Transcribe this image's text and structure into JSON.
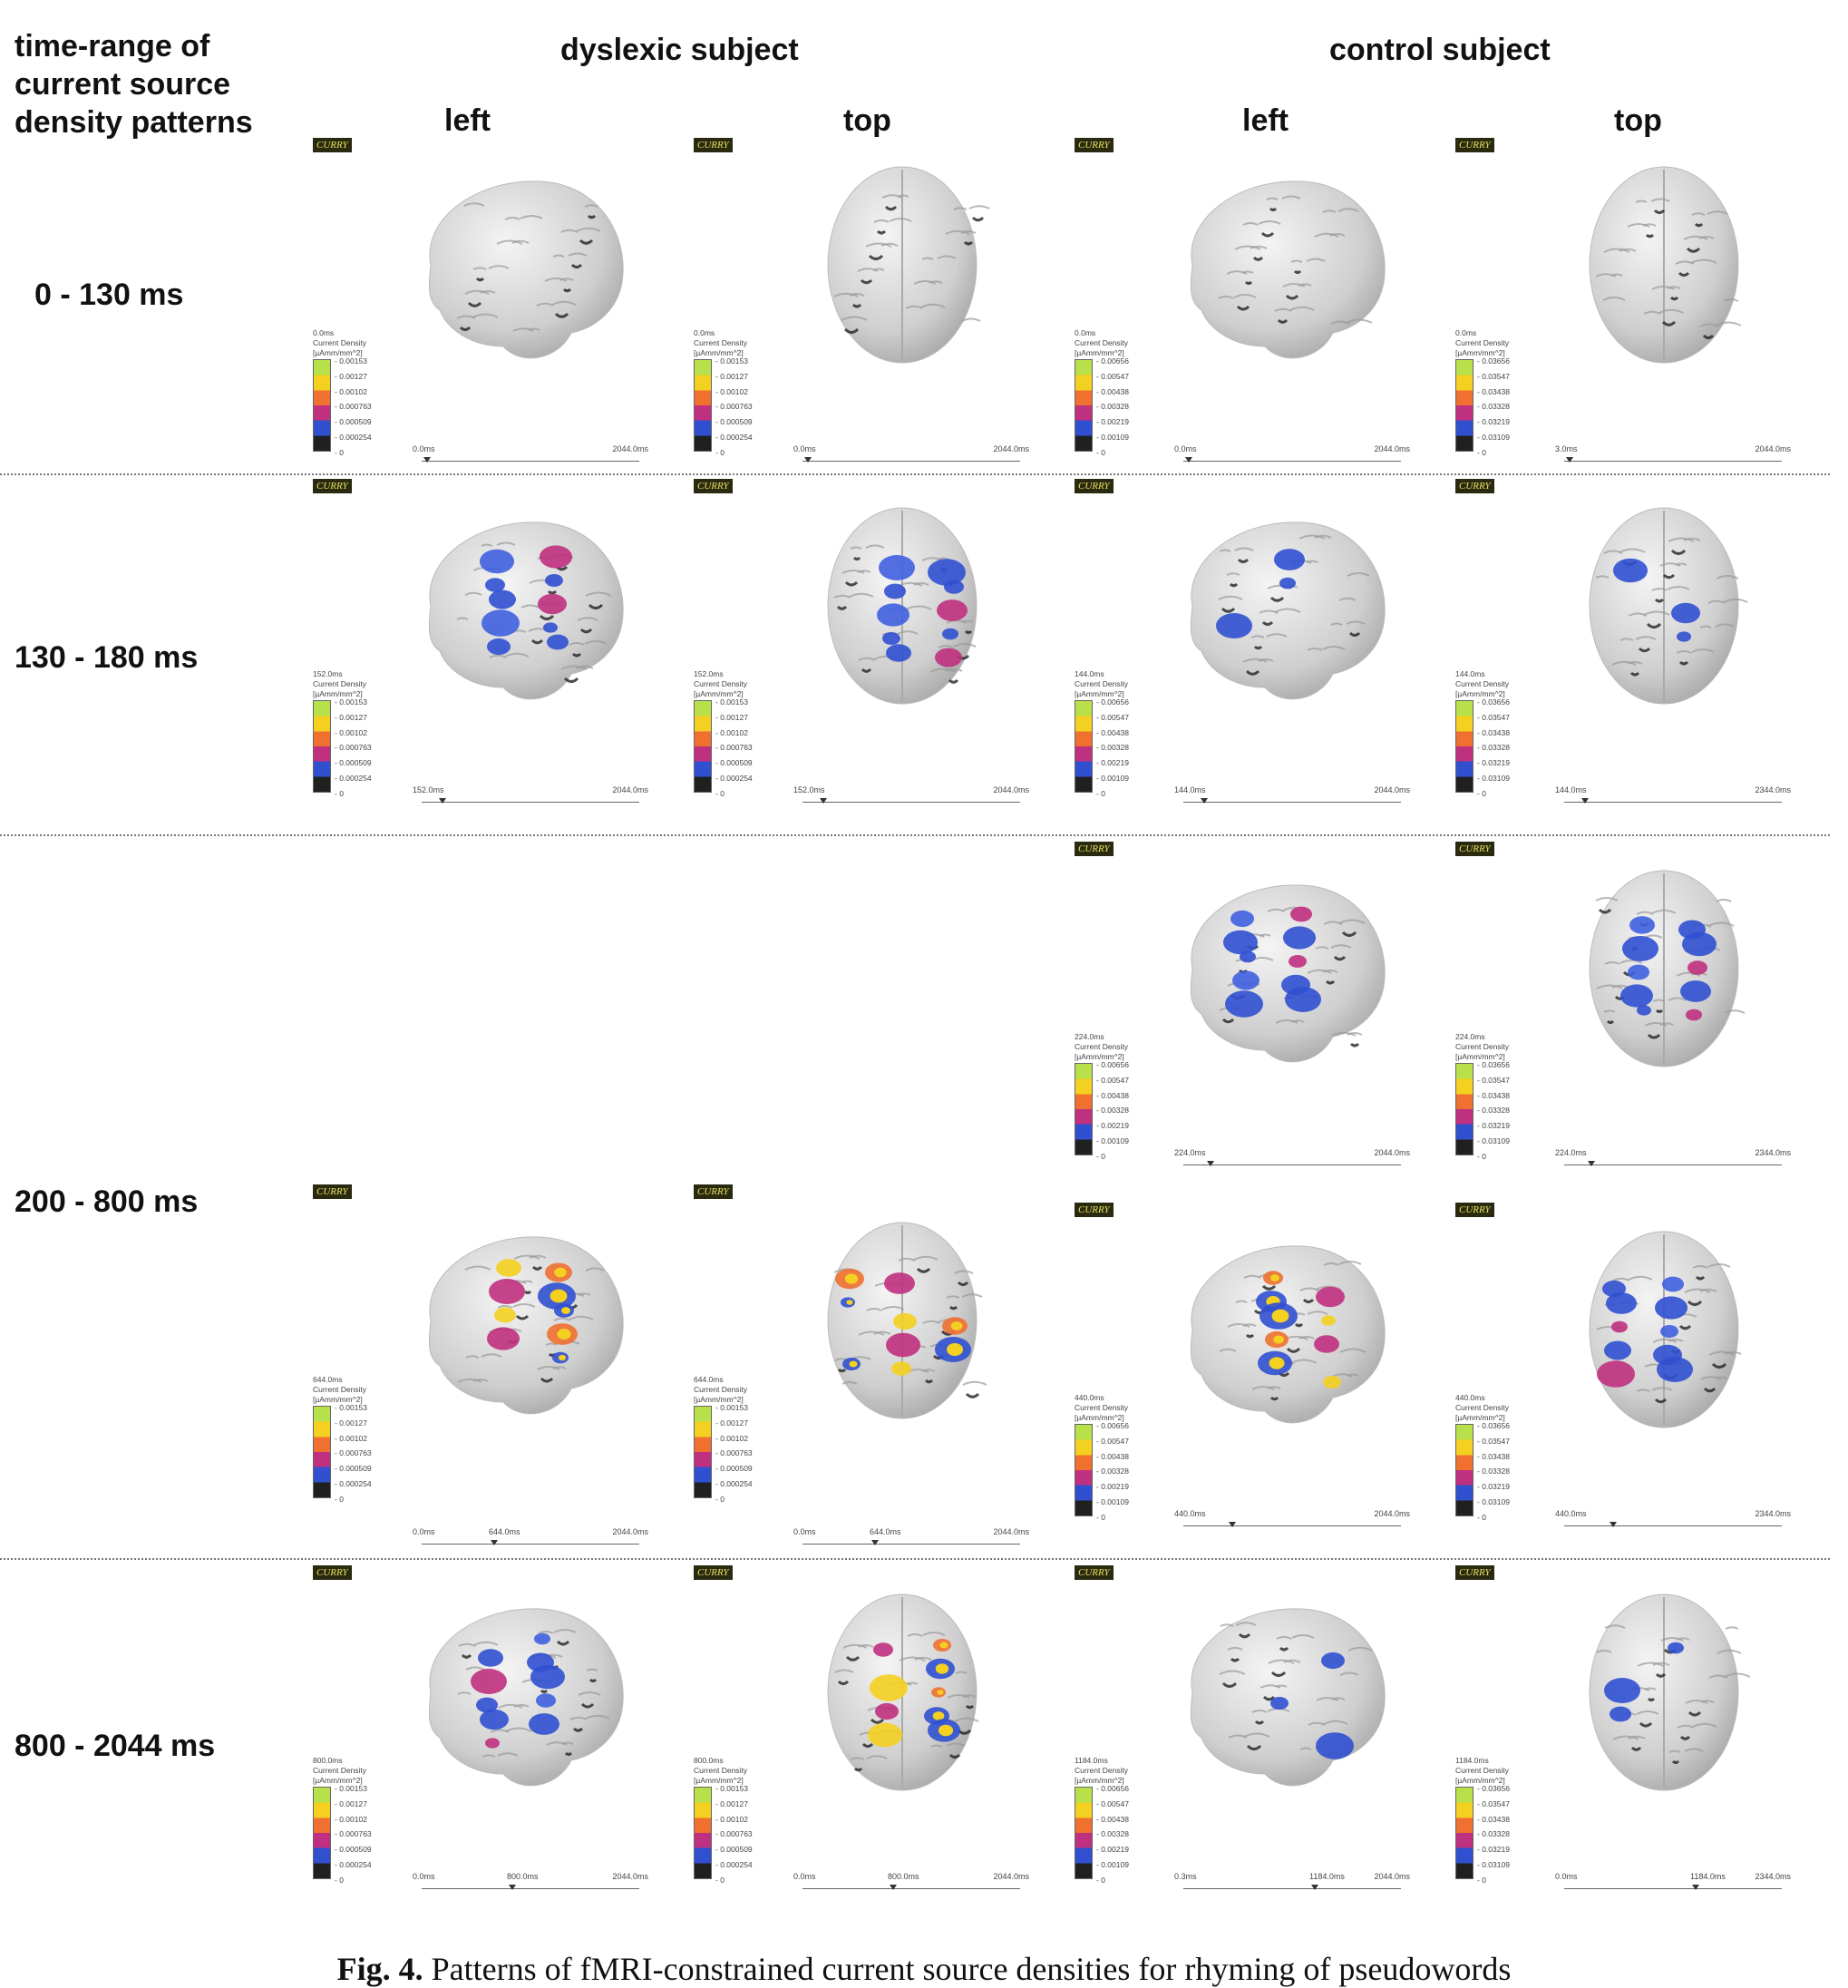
{
  "header": {
    "time_range_label": "time-range of\ncurrent source\ndensity patterns",
    "dyslexic": "dyslexic subject",
    "control": "control subject",
    "left": "left",
    "top": "top"
  },
  "rows": [
    {
      "label": "0 - 130 ms"
    },
    {
      "label": "130 - 180 ms"
    },
    {
      "label": "200 - 800 ms"
    },
    {
      "label": "800 - 2044 ms"
    }
  ],
  "curry_label": "CURRY",
  "colorbar_title_1": "Current Density",
  "colorbar_title_2": "[µAmm/mm^2]",
  "scales": {
    "dyslexic": [
      "0.00153",
      "0.00127",
      "0.00102",
      "0.000763",
      "0.000509",
      "0.000254",
      "0"
    ],
    "control": [
      "0.00656",
      "0.00547",
      "0.00438",
      "0.00328",
      "0.00219",
      "0.00109",
      "0"
    ],
    "control_top": [
      "0.03656",
      "0.03547",
      "0.03438",
      "0.03328",
      "0.03219",
      "0.03109",
      "0"
    ]
  },
  "colorbar_colors": [
    "#b8e04a",
    "#f4d020",
    "#f07030",
    "#c03080",
    "#3050d0",
    "#202020"
  ],
  "panels": [
    {
      "time": "0.0ms",
      "start": "0.0ms",
      "cur": "",
      "end": "2044.0ms",
      "scale": "dyslexic",
      "view": "left",
      "marker": 0.0,
      "act": "none"
    },
    {
      "time": "0.0ms",
      "start": "0.0ms",
      "cur": "",
      "end": "2044.0ms",
      "scale": "dyslexic",
      "view": "top",
      "marker": 0.0,
      "act": "none"
    },
    {
      "time": "0.0ms",
      "start": "0.0ms",
      "cur": "",
      "end": "2044.0ms",
      "scale": "control",
      "view": "left",
      "marker": 0.0,
      "act": "none"
    },
    {
      "time": "0.0ms",
      "start": "3.0ms",
      "cur": "",
      "end": "2044.0ms",
      "scale": "control_top",
      "view": "top",
      "marker": 0.0,
      "act": "none"
    },
    {
      "time": "152.0ms",
      "start": "152.0ms",
      "cur": "",
      "end": "2044.0ms",
      "scale": "dyslexic",
      "view": "left",
      "marker": 0.07,
      "act": "blue"
    },
    {
      "time": "152.0ms",
      "start": "152.0ms",
      "cur": "",
      "end": "2044.0ms",
      "scale": "dyslexic",
      "view": "top",
      "marker": 0.07,
      "act": "blue"
    },
    {
      "time": "144.0ms",
      "start": "144.0ms",
      "cur": "",
      "end": "2044.0ms",
      "scale": "control",
      "view": "left",
      "marker": 0.07,
      "act": "low"
    },
    {
      "time": "144.0ms",
      "start": "144.0ms",
      "cur": "",
      "end": "2344.0ms",
      "scale": "control_top",
      "view": "top",
      "marker": 0.07,
      "act": "low"
    },
    {
      "time": "644.0ms",
      "start": "0.0ms",
      "cur": "644.0ms",
      "end": "2044.0ms",
      "scale": "dyslexic",
      "view": "left",
      "marker": 0.31,
      "act": "hot"
    },
    {
      "time": "644.0ms",
      "start": "0.0ms",
      "cur": "644.0ms",
      "end": "2044.0ms",
      "scale": "dyslexic",
      "view": "top",
      "marker": 0.31,
      "act": "hot"
    },
    {
      "time": "224.0ms",
      "start": "224.0ms",
      "cur": "",
      "end": "2044.0ms",
      "scale": "control",
      "view": "left",
      "marker": 0.1,
      "act": "blue"
    },
    {
      "time": "224.0ms",
      "start": "224.0ms",
      "cur": "",
      "end": "2344.0ms",
      "scale": "control_top",
      "view": "top",
      "marker": 0.1,
      "act": "blue"
    },
    {
      "time": "440.0ms",
      "start": "440.0ms",
      "cur": "",
      "end": "2044.0ms",
      "scale": "control",
      "view": "left",
      "marker": 0.2,
      "act": "hot"
    },
    {
      "time": "440.0ms",
      "start": "440.0ms",
      "cur": "",
      "end": "2344.0ms",
      "scale": "control_top",
      "view": "top",
      "marker": 0.2,
      "act": "blue"
    },
    {
      "time": "800.0ms",
      "start": "0.0ms",
      "cur": "800.0ms",
      "end": "2044.0ms",
      "scale": "dyslexic",
      "view": "left",
      "marker": 0.39,
      "act": "blue"
    },
    {
      "time": "800.0ms",
      "start": "0.0ms",
      "cur": "800.0ms",
      "end": "2044.0ms",
      "scale": "dyslexic",
      "view": "top",
      "marker": 0.39,
      "act": "hot"
    },
    {
      "time": "1184.0ms",
      "start": "0.3ms",
      "cur": "1184.0ms",
      "end": "2044.0ms",
      "scale": "control",
      "view": "left",
      "marker": 0.58,
      "act": "low"
    },
    {
      "time": "1184.0ms",
      "start": "0.0ms",
      "cur": "1184.0ms",
      "end": "2344.0ms",
      "scale": "control_top",
      "view": "top",
      "marker": 0.58,
      "act": "low"
    }
  ],
  "caption": {
    "label": "Fig. 4.",
    "text": " Patterns of fMRI-constrained current source densities for rhyming of pseudowords"
  }
}
